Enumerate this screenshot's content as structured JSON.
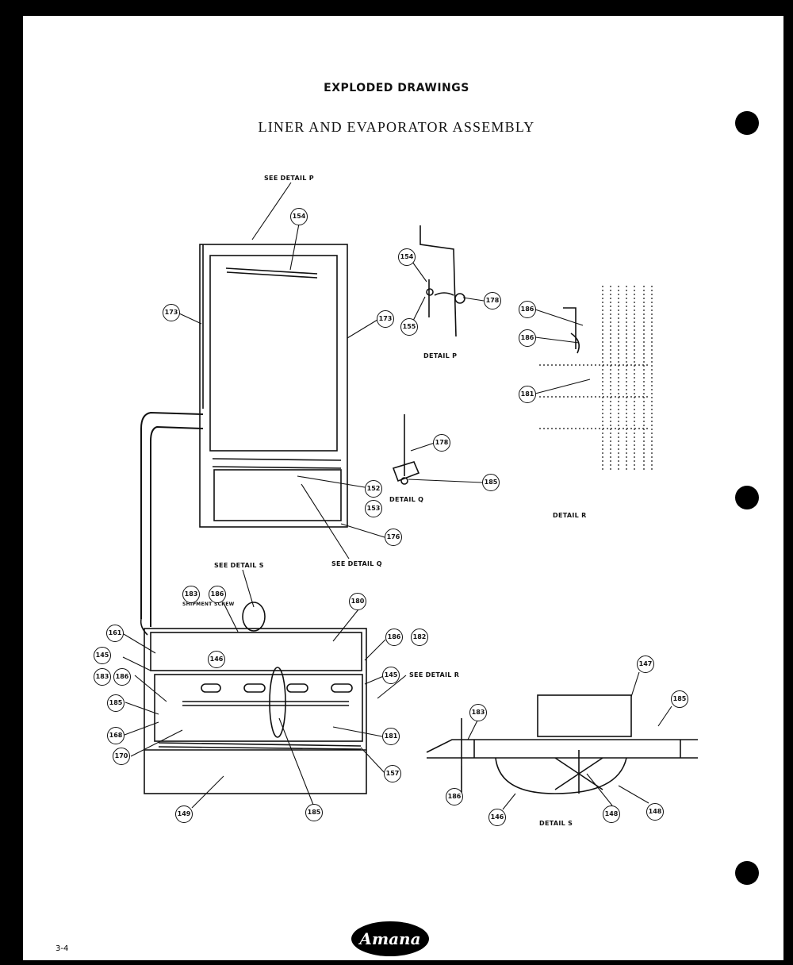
{
  "heading": "EXPLODED DRAWINGS",
  "title": "LINER AND EVAPORATOR ASSEMBLY",
  "labels": {
    "see_detail_p": "SEE DETAIL P",
    "detail_p": "DETAIL P",
    "detail_q": "DETAIL Q",
    "detail_r": "DETAIL R",
    "see_detail_q": "SEE DETAIL Q",
    "see_detail_s": "SEE DETAIL S",
    "shipment_screw": "SHIPMENT SCREW",
    "see_detail_r": "SEE DETAIL R",
    "detail_s": "DETAIL S"
  },
  "callouts": {
    "c154a": "154",
    "c173a": "173",
    "c173b": "173",
    "c154b": "154",
    "c155": "155",
    "c178a": "178",
    "c186a": "186",
    "c186b": "186",
    "c181a": "181",
    "c178b": "178",
    "c152": "152",
    "c153": "153",
    "c185a": "185",
    "c176": "176",
    "c183a": "183",
    "c186c": "186",
    "c180": "180",
    "c161": "161",
    "c186d": "186",
    "c182": "182",
    "c145a": "145",
    "c146a": "146",
    "c183b": "183",
    "c186e": "186",
    "c145b": "145",
    "c185b": "185",
    "c168": "168",
    "c170": "170",
    "c181b": "181",
    "c157": "157",
    "c149": "149",
    "c185c": "185",
    "c147": "147",
    "c185d": "185",
    "c183c": "183",
    "c186f": "186",
    "c146b": "146",
    "c148a": "148",
    "c148b": "148"
  },
  "page_number": "3-4",
  "brand": "Amana"
}
